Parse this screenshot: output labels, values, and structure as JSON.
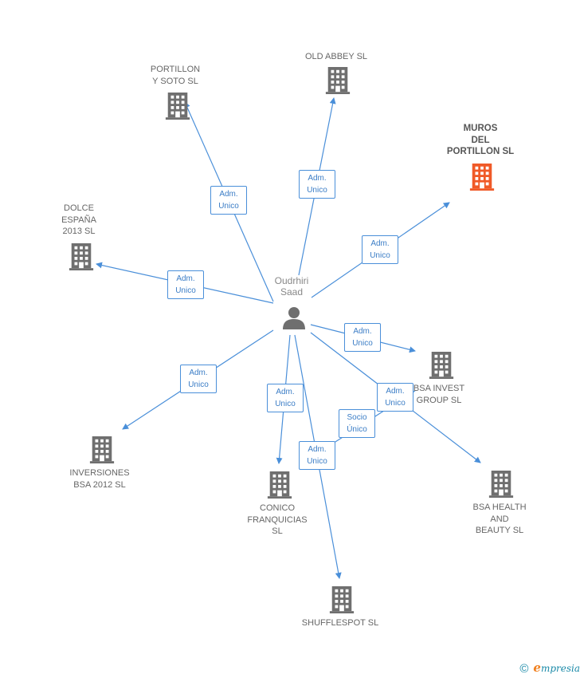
{
  "person": {
    "name": "Oudrhiri\nSaad"
  },
  "companies": {
    "old_abbey": "OLD ABBEY SL",
    "portillon_soto": "PORTILLON\nY SOTO SL",
    "muros_portillon": "MUROS\nDEL\nPORTILLON SL",
    "dolce_espana": "DOLCE\nESPAÑA\n2013  SL",
    "bsa_invest": "BSA INVEST\nGROUP  SL",
    "inversiones_bsa": "INVERSIONES\nBSA 2012  SL",
    "conico": "CONICO\nFRANQUICIAS\nSL",
    "bsa_health": "BSA HEALTH\nAND\nBEAUTY SL",
    "shufflespot": "SHUFFLESPOT SL"
  },
  "edges": {
    "portillon_soto": "Adm.\nUnico",
    "old_abbey": "Adm.\nUnico",
    "muros_portillon": "Adm.\nUnico",
    "dolce_espana": "Adm.\nUnico",
    "bsa_invest": "Adm.\nUnico",
    "inversiones_bsa": "Adm.\nUnico",
    "conico": "Adm.\nUnico",
    "bsa_health": "Adm.\nUnico",
    "shufflespot": "Adm.\nUnico",
    "bsa_invest_to_shufflespot": "Socio\nÚnico"
  },
  "colors": {
    "edge": "#4a8fd9",
    "company": "#6f6f6f",
    "highlight": "#f05a28",
    "person": "#6f6f6f"
  },
  "footer": {
    "copyright": "©",
    "brand_initial": "e",
    "brand_rest": "mpresia"
  }
}
